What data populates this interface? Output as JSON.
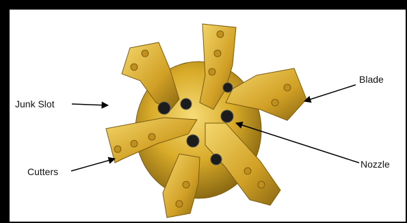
{
  "labels": {
    "junk_slot": "Junk Slot",
    "blade": "Blade",
    "cutters": "Cutters",
    "nozzle": "Nozzle"
  },
  "colors": {
    "frame": "#000000",
    "bit_body": "#d6a824",
    "bit_highlight": "#f3d66a",
    "bit_shadow": "#8a6a12",
    "nozzle_dark": "#1c1c1c",
    "arrow": "#000000"
  }
}
